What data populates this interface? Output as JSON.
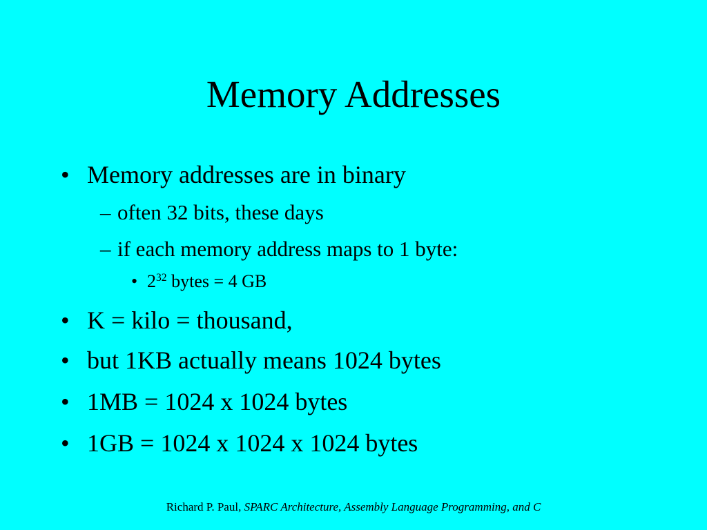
{
  "slide": {
    "background_color": "#00FFFF",
    "title": "Memory Addresses",
    "bullets": {
      "b1": {
        "marker": "•",
        "text": "Memory addresses are in binary"
      },
      "b1_1": {
        "marker": "–",
        "text": "often 32 bits, these days"
      },
      "b1_2": {
        "marker": "–",
        "text": "if each memory address maps to 1 byte:"
      },
      "b1_2_1": {
        "marker": "•",
        "base": "2",
        "exponent": "32",
        "text": " bytes = 4 GB"
      },
      "b2": {
        "marker": "•",
        "text": "K = kilo = thousand,"
      },
      "b3": {
        "marker": "•",
        "text": "but 1KB actually means 1024 bytes"
      },
      "b4": {
        "marker": "•",
        "text": "1MB = 1024 x 1024 bytes"
      },
      "b5": {
        "marker": "•",
        "text": "1GB = 1024 x 1024 x 1024 bytes"
      }
    },
    "footer": {
      "author": "Richard P. Paul, ",
      "book_title": "SPARC Architecture, Assembly Language Programming, and C"
    }
  }
}
